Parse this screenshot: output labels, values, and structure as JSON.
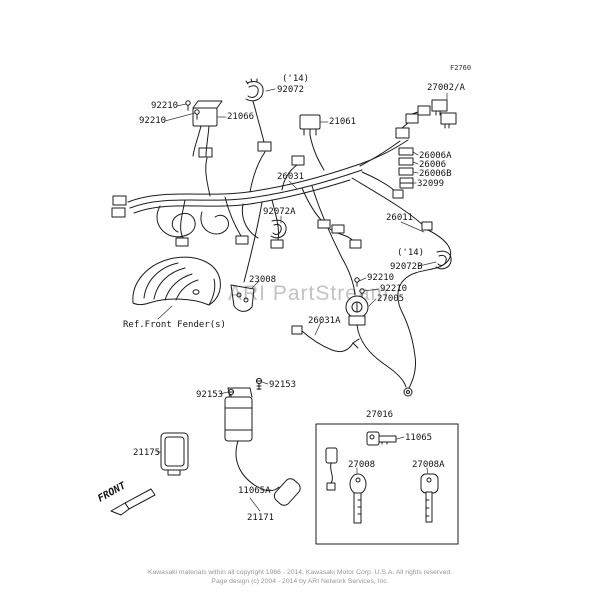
{
  "watermark": "ARI PartStream",
  "labels": [
    {
      "id": "diagram-code",
      "text": "F2760"
    },
    {
      "id": "year-note-top",
      "text": "('14)"
    },
    {
      "id": "92072",
      "text": "92072"
    },
    {
      "id": "27002A",
      "text": "27002/A"
    },
    {
      "id": "92210-a",
      "text": "92210"
    },
    {
      "id": "92210-b",
      "text": "92210"
    },
    {
      "id": "21066",
      "text": "21066"
    },
    {
      "id": "21061",
      "text": "21061"
    },
    {
      "id": "26006A",
      "text": "26006A"
    },
    {
      "id": "26006",
      "text": "26006"
    },
    {
      "id": "26006B",
      "text": "26006B"
    },
    {
      "id": "32099",
      "text": "32099"
    },
    {
      "id": "26031",
      "text": "26031"
    },
    {
      "id": "92072A",
      "text": "92072A"
    },
    {
      "id": "26011",
      "text": "26011"
    },
    {
      "id": "year-note-right",
      "text": "('14)"
    },
    {
      "id": "92072B",
      "text": "92072B"
    },
    {
      "id": "23008",
      "text": "23008"
    },
    {
      "id": "92210-c",
      "text": "92210"
    },
    {
      "id": "92210-d",
      "text": "92210"
    },
    {
      "id": "27005",
      "text": "27005"
    },
    {
      "id": "26031A",
      "text": "26031A"
    },
    {
      "id": "ref-front-fender",
      "text": "Ref.Front Fender(s)"
    },
    {
      "id": "92153-a",
      "text": "92153"
    },
    {
      "id": "92153-b",
      "text": "92153"
    },
    {
      "id": "21175",
      "text": "21175"
    },
    {
      "id": "11065A",
      "text": "11065A"
    },
    {
      "id": "21171",
      "text": "21171"
    },
    {
      "id": "27016",
      "text": "27016"
    },
    {
      "id": "11065",
      "text": "11065"
    },
    {
      "id": "27008",
      "text": "27008"
    },
    {
      "id": "27008A",
      "text": "27008A"
    },
    {
      "id": "front-arrow",
      "text": "FRONT"
    }
  ],
  "footer": {
    "line1": "Kawasaki materials within all copyright 1966 - 2014, Kawasaki Motor Corp. U.S.A.  All rights reserved.",
    "line2": "Page design (c) 2004 - 2014 by ARI Network Services, Inc."
  }
}
